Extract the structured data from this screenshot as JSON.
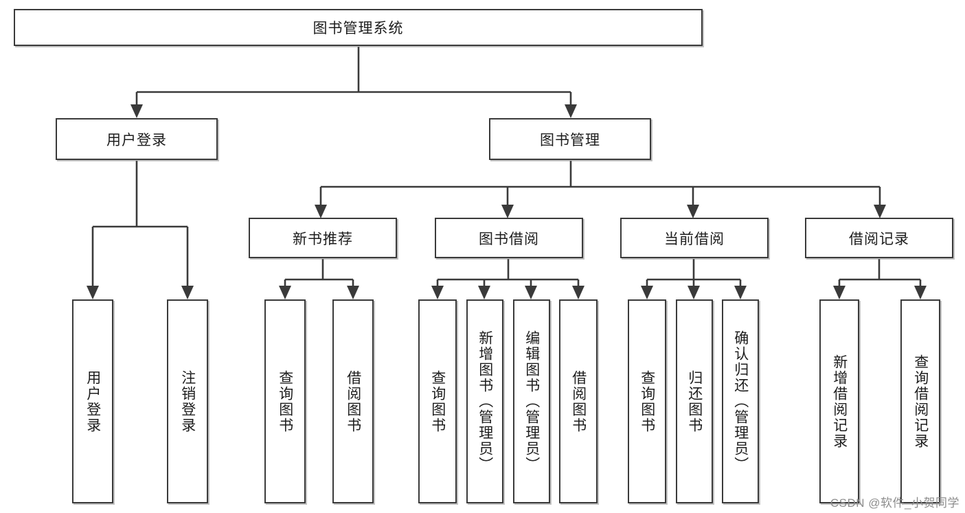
{
  "diagram": {
    "type": "tree-hierarchy",
    "title": "图书管理系统",
    "root": {
      "id": "root",
      "label": "图书管理系统"
    },
    "level2": [
      {
        "id": "user-login",
        "label": "用户登录"
      },
      {
        "id": "book-management",
        "label": "图书管理"
      }
    ],
    "level3": [
      {
        "id": "new-book-recommend",
        "label": "新书推荐",
        "parent": "book-management"
      },
      {
        "id": "book-borrow",
        "label": "图书借阅",
        "parent": "book-management"
      },
      {
        "id": "current-borrow",
        "label": "当前借阅",
        "parent": "book-management"
      },
      {
        "id": "borrow-record",
        "label": "借阅记录",
        "parent": "book-management"
      }
    ],
    "leaves": [
      {
        "id": "leaf-user-login",
        "label": "用户登录",
        "parent": "user-login"
      },
      {
        "id": "leaf-logout-login",
        "label": "注销登录",
        "parent": "user-login"
      },
      {
        "id": "leaf-query-book-1",
        "label": "查询图书",
        "parent": "new-book-recommend"
      },
      {
        "id": "leaf-borrow-book-1",
        "label": "借阅图书",
        "parent": "new-book-recommend"
      },
      {
        "id": "leaf-query-book-2",
        "label": "查询图书",
        "parent": "book-borrow"
      },
      {
        "id": "leaf-add-book",
        "label": "新增图书（管理员）",
        "parent": "book-borrow"
      },
      {
        "id": "leaf-edit-book",
        "label": "编辑图书（管理员）",
        "parent": "book-borrow"
      },
      {
        "id": "leaf-borrow-book-2",
        "label": "借阅图书",
        "parent": "book-borrow"
      },
      {
        "id": "leaf-query-book-3",
        "label": "查询图书",
        "parent": "current-borrow"
      },
      {
        "id": "leaf-return-book",
        "label": "归还图书",
        "parent": "current-borrow"
      },
      {
        "id": "leaf-confirm-return",
        "label": "确认归还（管理员）",
        "parent": "current-borrow"
      },
      {
        "id": "leaf-add-record",
        "label": "新增借阅记录",
        "parent": "borrow-record"
      },
      {
        "id": "leaf-query-record",
        "label": "查询借阅记录",
        "parent": "borrow-record"
      }
    ],
    "colors": {
      "stroke": "#3a3a3a",
      "background": "#ffffff",
      "text": "#1d1d1d",
      "watermark": "#8d8d8d"
    }
  },
  "watermark": {
    "text": "CSDN @软件_小贺同学"
  }
}
